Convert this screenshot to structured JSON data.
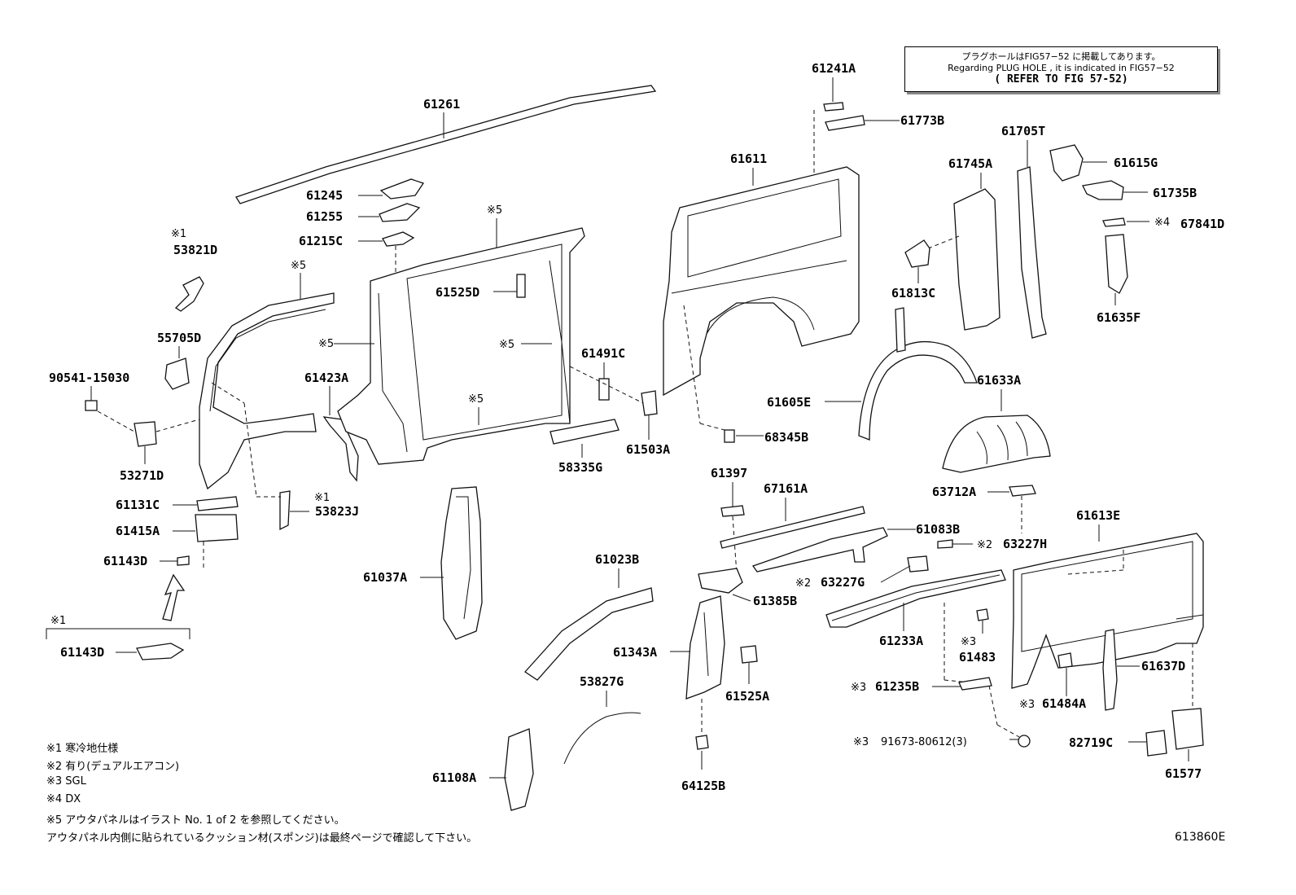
{
  "reference_note": {
    "line_jp": "プラグホールはFIG57−52 に掲載してあります。",
    "line_en": "Regarding PLUG HOLE , it is indicated in FIG57−52",
    "line_ref": "( REFER TO FIG 57-52)"
  },
  "part_labels": {
    "p61261": "61261",
    "p61245": "61245",
    "p61255": "61255",
    "p61215c": "61215C",
    "p53821d": "53821D",
    "p55705d": "55705D",
    "p90541": "90541-15030",
    "p53271d": "53271D",
    "p61423a": "61423A",
    "p61525d": "61525D",
    "p61491c": "61491C",
    "p61503a": "61503A",
    "p58335g": "58335G",
    "p53823j": "53823J",
    "p61131c": "61131C",
    "p61415a": "61415A",
    "p61143d_a": "61143D",
    "p61143d_b": "61143D",
    "p61037a": "61037A",
    "p61023b": "61023B",
    "p53827g": "53827G",
    "p61108a": "61108A",
    "p61241a": "61241A",
    "p61773b": "61773B",
    "p61611": "61611",
    "p61705t": "61705T",
    "p61745a": "61745A",
    "p61615g": "61615G",
    "p61735b": "61735B",
    "p67841d": "67841D",
    "p61813c": "61813C",
    "p61635f": "61635F",
    "p61605e": "61605E",
    "p61633a": "61633A",
    "p68345b": "68345B",
    "p61397": "61397",
    "p67161a": "67161A",
    "p61083b": "61083B",
    "p63712a": "63712A",
    "p63227h": "63227H",
    "p61613e": "61613E",
    "p63227g": "63227G",
    "p61385b": "61385B",
    "p61233a": "61233A",
    "p61483": "61483",
    "p61343a": "61343A",
    "p61525a": "61525A",
    "p61235b": "61235B",
    "p61484a": "61484A",
    "p61637d": "61637D",
    "p91673": "91673-80612(3)",
    "p82719c": "82719C",
    "p61577": "61577",
    "p64125b": "64125B"
  },
  "marks": {
    "m1": "※1",
    "m2": "※2",
    "m3": "※3",
    "m4": "※4",
    "m5": "※5"
  },
  "footnotes": [
    "※1 寒冷地仕様",
    "※2 有り(デュアルエアコン)",
    "※3 SGL",
    "※4 DX",
    "※5 アウタパネルはイラスト No. 1 of 2 を参照してください。",
    "アウタパネル内側に貼られているクッション材(スポンジ)は最終ページで確認して下さい。"
  ],
  "figure_code": "613860E"
}
